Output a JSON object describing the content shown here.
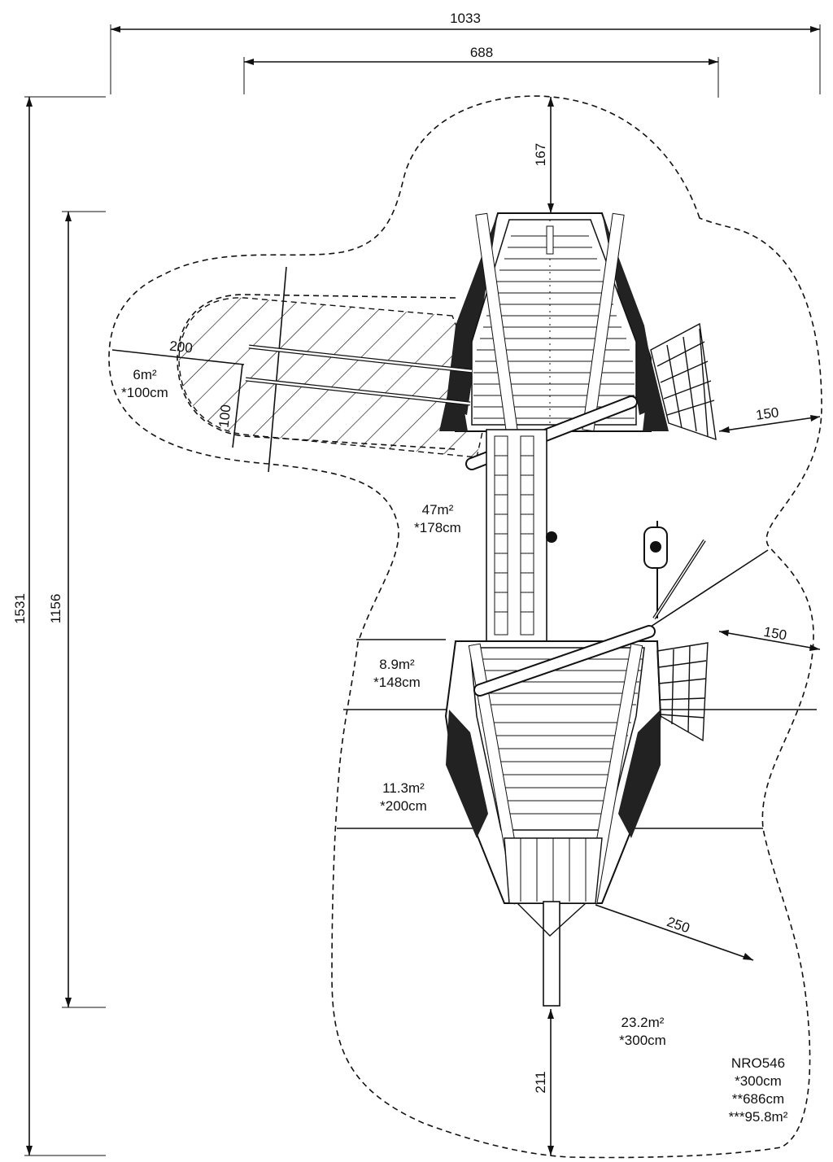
{
  "dimensions": {
    "overall_width": "1033",
    "inner_width": "688",
    "overall_height": "1531",
    "inner_height": "1156",
    "top_clearance": "167",
    "bottom_clearance": "211",
    "left_zone_width": "200",
    "left_zone_depth": "100",
    "right_upper_clearance": "150",
    "right_lower_clearance": "150",
    "rear_clearance": "250"
  },
  "zones": [
    {
      "area": "6m²",
      "height": "*100cm"
    },
    {
      "area": "47m²",
      "height": "*178cm"
    },
    {
      "area": "8.9m²",
      "height": "*148cm"
    },
    {
      "area": "11.3m²",
      "height": "*200cm"
    },
    {
      "area": "23.2m²",
      "height": "*300cm"
    }
  ],
  "product": {
    "code": "NRO546",
    "max_height": "*300cm",
    "fall_height": "**686cm",
    "safety_area": "***95.8m²"
  }
}
